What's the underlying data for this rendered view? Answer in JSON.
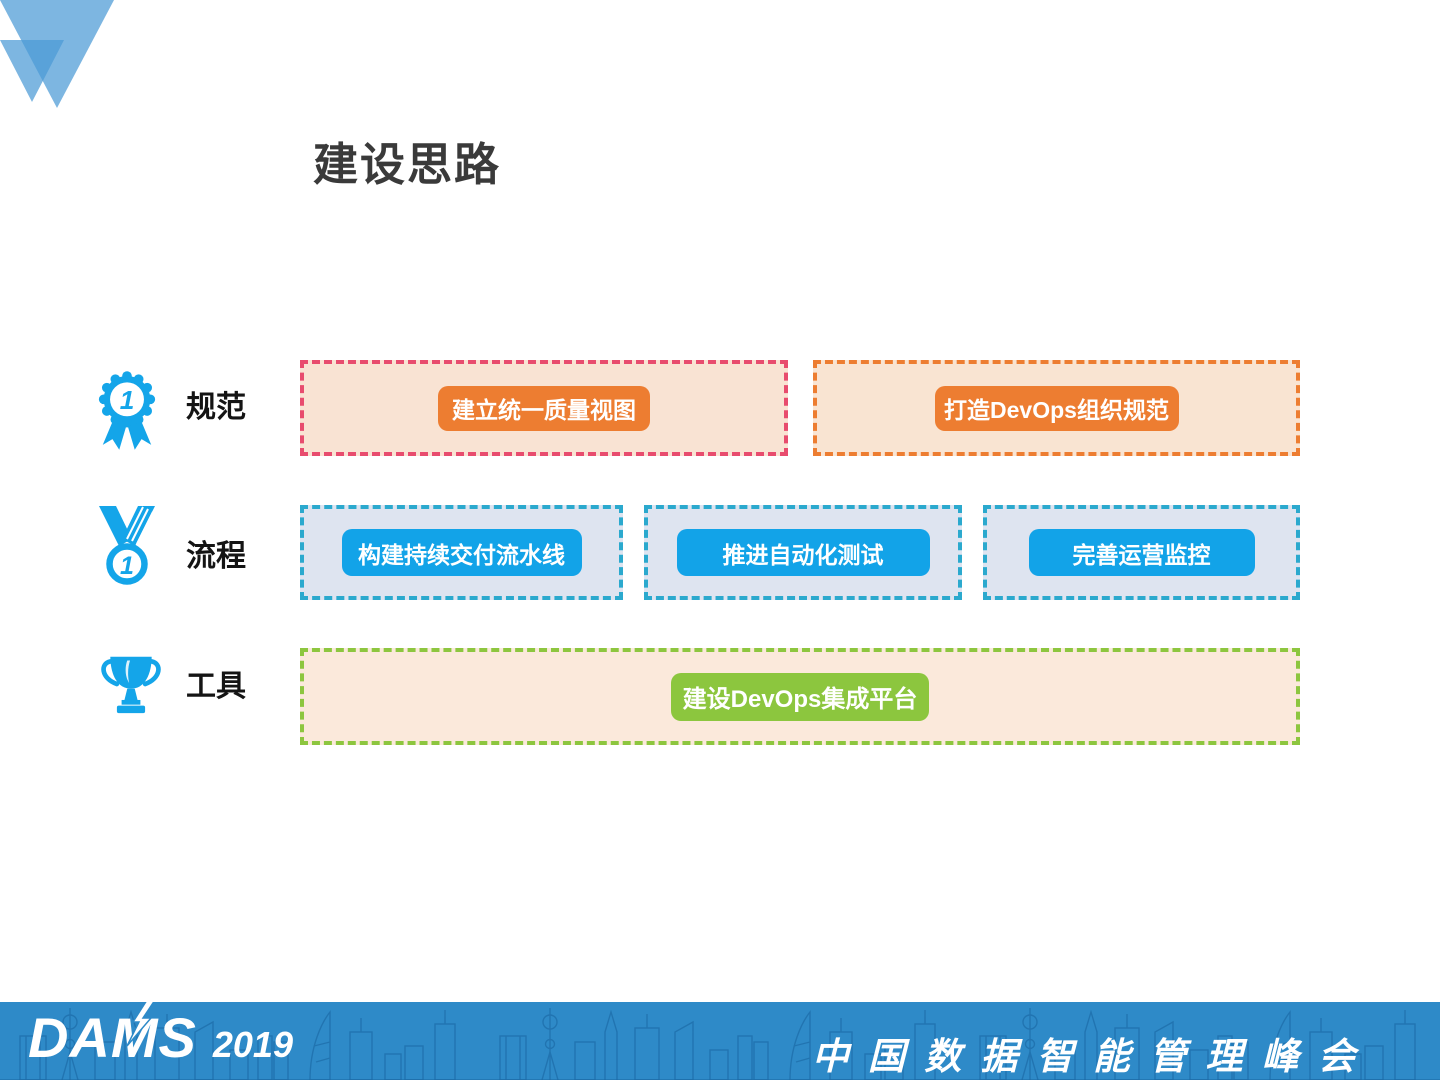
{
  "slide": {
    "title": "建设思路",
    "rows": [
      {
        "label": "规范",
        "icon": "rosette-badge-icon",
        "icon_number": "1",
        "boxes": [
          {
            "button": "建立统一质量视图",
            "button_color": "#ed7d31",
            "border_color": "#e84c6e",
            "fill_color": "#f9e3d3"
          },
          {
            "button": "打造DevOps组织规范",
            "button_color": "#ed7d31",
            "border_color": "#ed7d31",
            "fill_color": "#f9e4d2"
          }
        ]
      },
      {
        "label": "流程",
        "icon": "medal-icon",
        "icon_number": "1",
        "boxes": [
          {
            "button": "构建持续交付流水线",
            "button_color": "#12a3e8",
            "border_color": "#2ba9ce",
            "fill_color": "#dee4f0"
          },
          {
            "button": "推进自动化测试",
            "button_color": "#12a3e8",
            "border_color": "#2ba9ce",
            "fill_color": "#dee4f0"
          },
          {
            "button": "完善运营监控",
            "button_color": "#12a3e8",
            "border_color": "#2ba9ce",
            "fill_color": "#dee4f0"
          }
        ]
      },
      {
        "label": "工具",
        "icon": "trophy-icon",
        "boxes": [
          {
            "button": "建设DevOps集成平台",
            "button_color": "#8cc63e",
            "border_color": "#8dc63f",
            "fill_color": "#fbe9db"
          }
        ]
      }
    ]
  },
  "footer": {
    "brand": "DAMS",
    "year": "2019",
    "conference_name": "中 国 数 据 智 能 管 理 峰 会"
  },
  "colors": {
    "icon_blue": "#14a5e9",
    "footer_bg": "#2e8ac8",
    "skyline_blue": "#1a67a2",
    "corner_triangle_blue": "#4b9ad5",
    "title_text": "#3a3a3a"
  }
}
